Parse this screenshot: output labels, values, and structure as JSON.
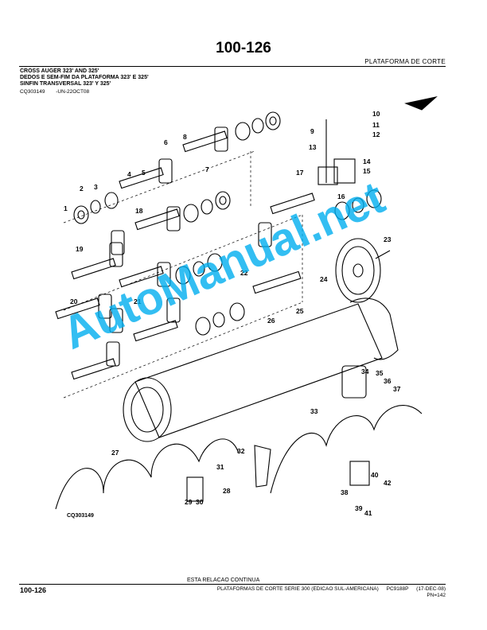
{
  "header": {
    "page_number": "100-126",
    "section": "PLATAFORMA DE CORTE"
  },
  "title": {
    "line1": "CROSS AUGER 323' AND 325'",
    "line2": "DEDOS E SEM-FIM DA PLATAFORMA 323' E 325'",
    "line3": "SINFIN TRANSVERSAL 323' Y 325'"
  },
  "reference": {
    "code": "CQ303149",
    "date": "-UN-22OCT08"
  },
  "diagram": {
    "figure_code": "CQ303149",
    "callouts": [
      "1",
      "2",
      "3",
      "4",
      "5",
      "6",
      "7",
      "8",
      "9",
      "10",
      "11",
      "12",
      "13",
      "14",
      "15",
      "16",
      "17",
      "18",
      "19",
      "20",
      "21",
      "22",
      "23",
      "24",
      "25",
      "26",
      "27",
      "28",
      "29",
      "30",
      "31",
      "32",
      "33",
      "34",
      "35",
      "36",
      "37",
      "38",
      "39",
      "40",
      "41",
      "42"
    ]
  },
  "watermark": {
    "text": "AutoManual.net",
    "color": "#00aeef"
  },
  "footer": {
    "continues": "ESTA RELACAO CONTINUA",
    "page_number": "100-126",
    "catalog_title": "PLATAFORMAS DE CORTE SERIE 300 (EDICAO SUL-AMERICANA)",
    "catalog_code": "PC9188P",
    "date": "(17-DEC-08)",
    "pn": "PN=142"
  }
}
